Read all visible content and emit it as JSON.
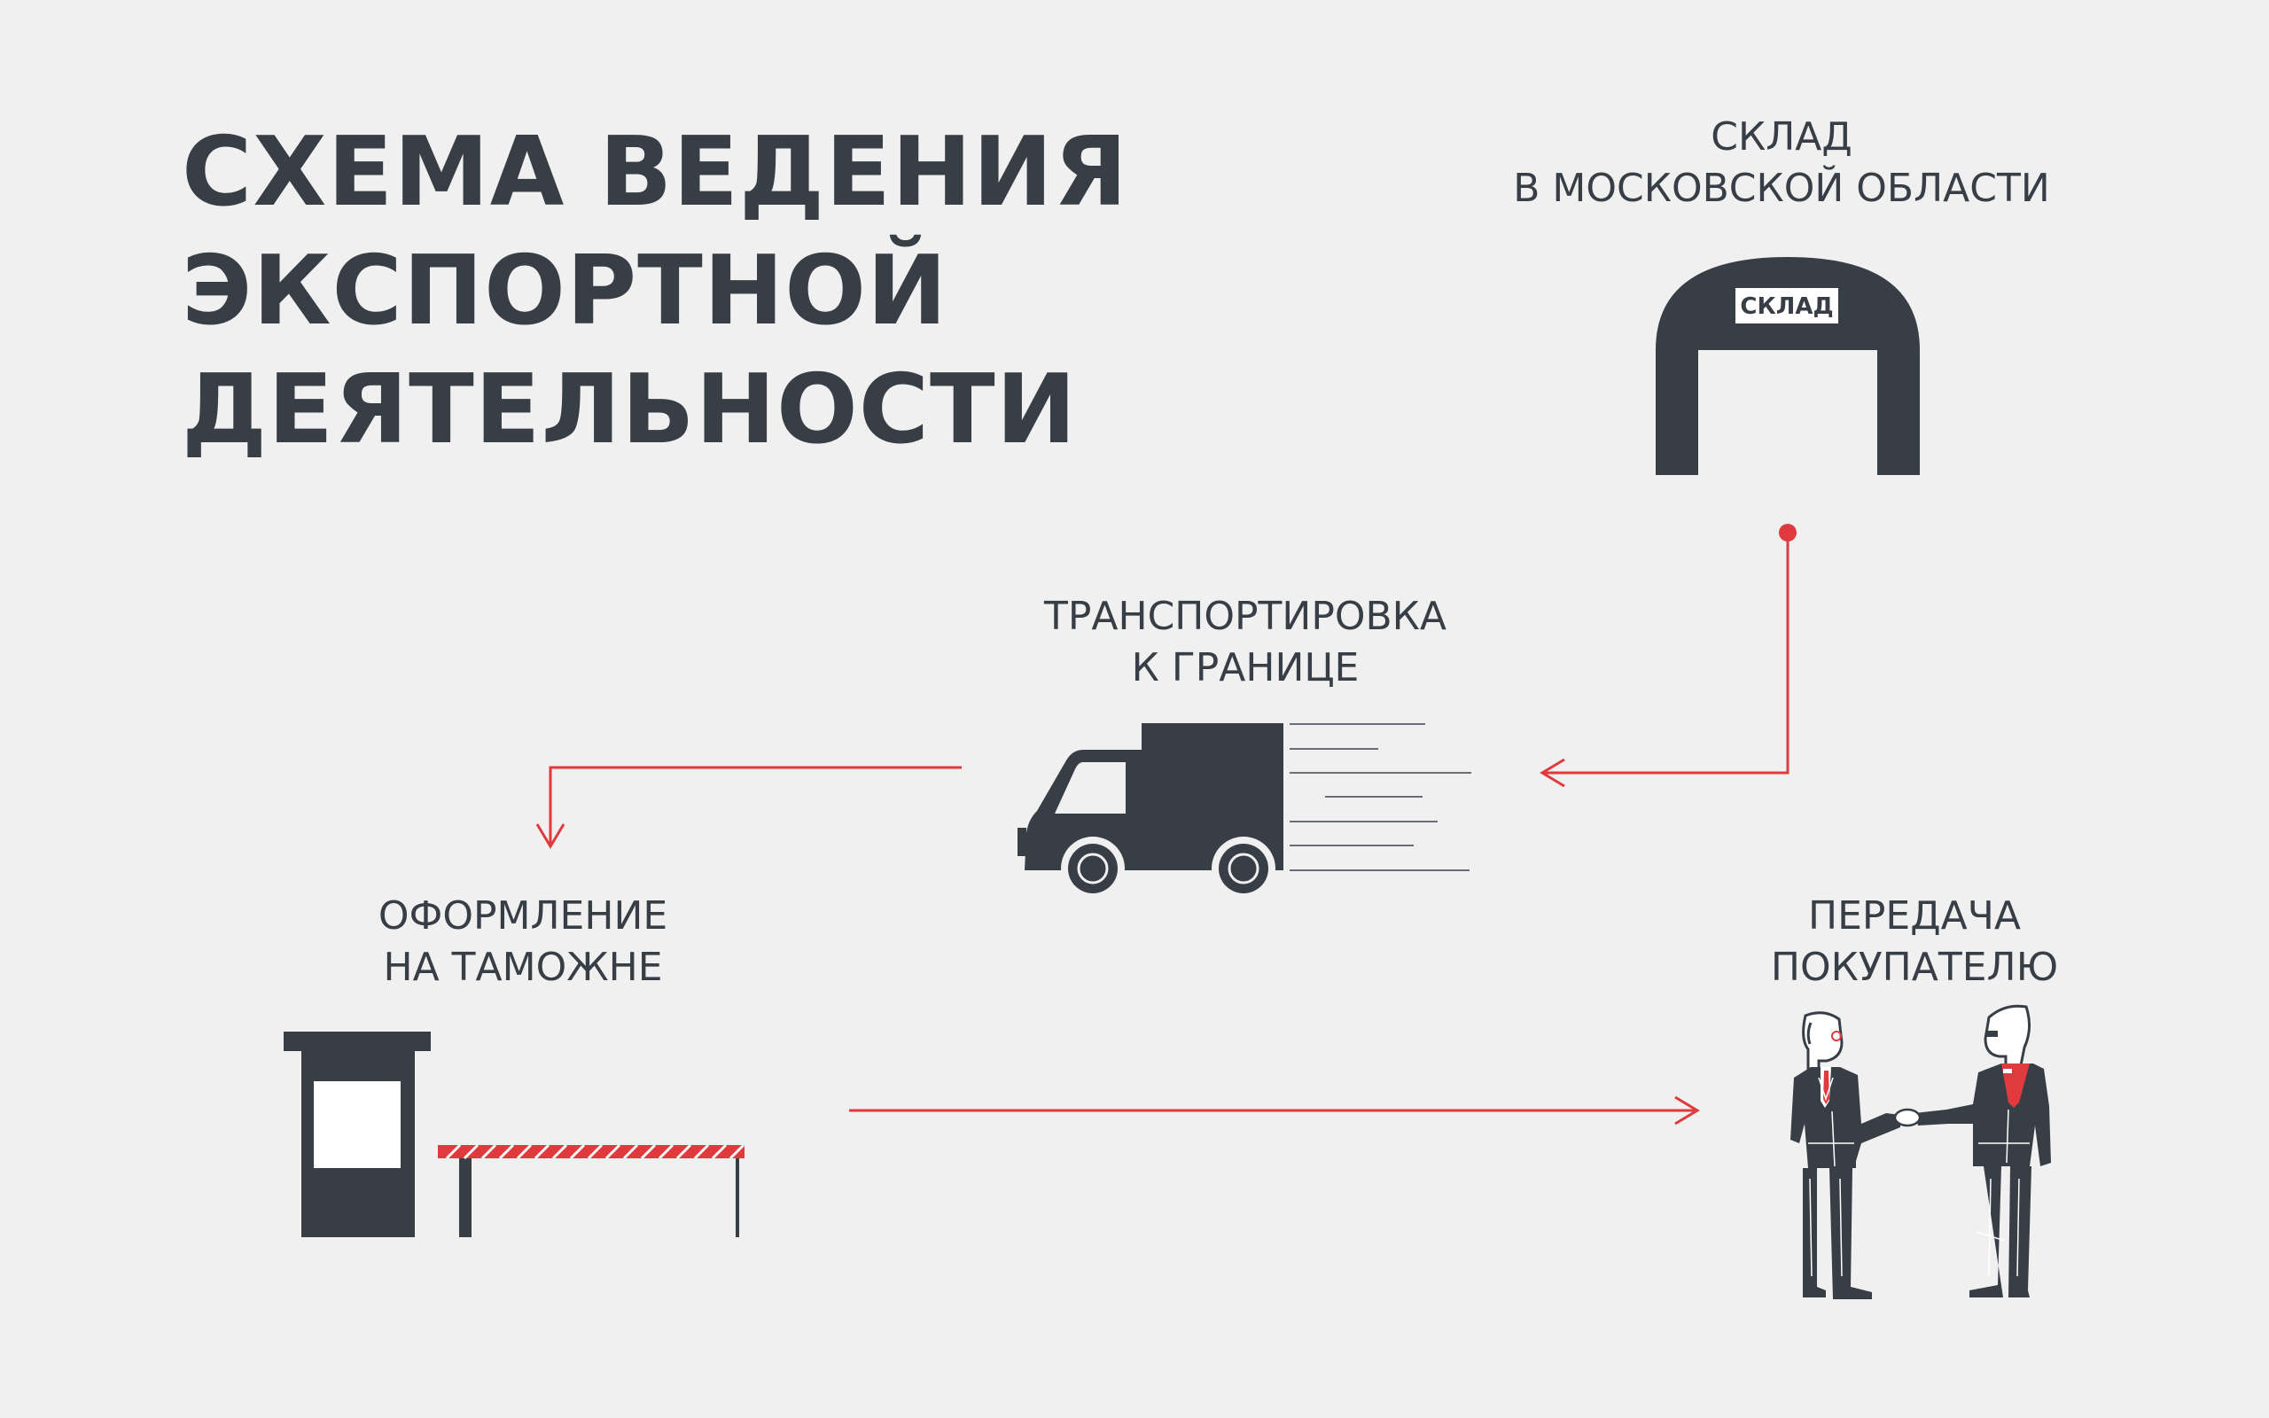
{
  "title": {
    "line1": "СХЕМА ВЕДЕНИЯ",
    "line2": "ЭКСПОРТНОЙ",
    "line3": "ДЕЯТЕЛЬНОСТИ"
  },
  "steps": {
    "warehouse": {
      "line1": "СКЛАД",
      "line2": "В МОСКОВСКОЙ ОБЛАСТИ",
      "sign": "СКЛАД",
      "icon": "warehouse-icon"
    },
    "transport": {
      "line1": "ТРАНСПОРТИРОВКА",
      "line2": "К ГРАНИЦЕ",
      "icon": "truck-icon"
    },
    "customs": {
      "line1": "ОФОРМЛЕНИЕ",
      "line2": "НА ТАМОЖНЕ",
      "icon": "customs-barrier-icon"
    },
    "handover": {
      "line1": "ПЕРЕДАЧА",
      "line2": "ПОКУПАТЕЛЮ",
      "icon": "handshake-icon"
    }
  },
  "colors": {
    "dark": "#383e46",
    "accent": "#e03a3e",
    "background": "#f0f0f0"
  }
}
